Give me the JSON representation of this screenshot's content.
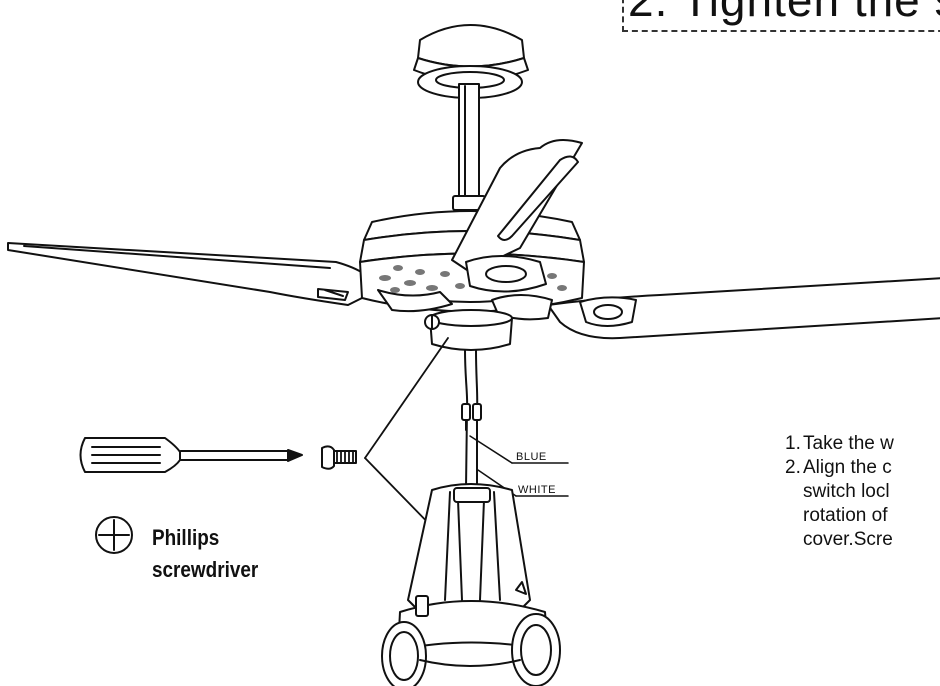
{
  "title": {
    "text": "2. Tighten the s"
  },
  "wires": {
    "blue_label": "BLUE",
    "white_label": "WHITE"
  },
  "tool": {
    "caption_line1": "Phillips",
    "caption_line2": "screwdriver",
    "icon": "phillips-cross-icon"
  },
  "steps": [
    {
      "number": "1.",
      "lines": [
        "Take the w"
      ]
    },
    {
      "number": "2.",
      "lines": [
        "Align the c",
        "switch locl",
        "rotation of",
        "cover.Scre"
      ]
    }
  ],
  "colors": {
    "line": "#111111",
    "background": "#ffffff"
  }
}
